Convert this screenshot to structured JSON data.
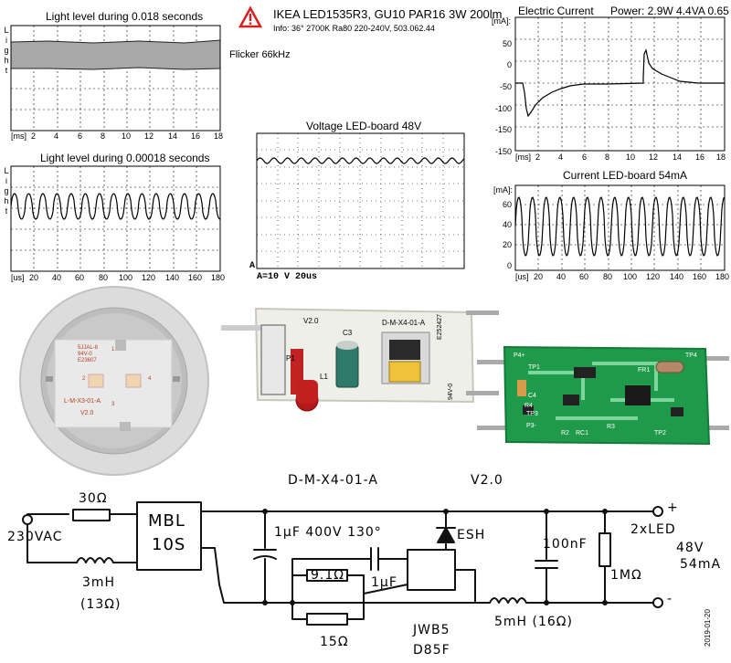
{
  "header": {
    "title": "IKEA LED1535R3, GU10 PAR16 3W 200lm",
    "info": "Info: 36° 2700K Ra80 220-240V, 503.062.44"
  },
  "light_chart_1": {
    "title": "Light level during 0.018 seconds",
    "flicker_label": "Flicker 66kHz",
    "y_letters": [
      "L",
      "i",
      "g",
      "h",
      "t"
    ],
    "x_unit": "[ms]",
    "x_ticks": [
      "2",
      "4",
      "6",
      "8",
      "10",
      "12",
      "14",
      "16",
      "18"
    ]
  },
  "light_chart_2": {
    "title": "Light level during 0.00018 seconds",
    "y_letters": [
      "L",
      "i",
      "g",
      "h",
      "t"
    ],
    "x_unit": "[us]",
    "x_ticks": [
      "20",
      "40",
      "60",
      "80",
      "100",
      "120",
      "140",
      "160",
      "180"
    ]
  },
  "voltage_chart": {
    "title": "Voltage LED-board 48V",
    "marker": "A",
    "scale": "A=10 V   20us"
  },
  "current_chart_1": {
    "title": "Electric Current",
    "power": "Power: 2.9W 4.4VA 0.65",
    "y_unit": "[mA]:",
    "y_ticks": [
      "50",
      "0",
      "-50",
      "-100",
      "-150"
    ],
    "x_unit": "[ms]",
    "x_ticks": [
      "2",
      "4",
      "6",
      "8",
      "10",
      "12",
      "14",
      "16",
      "18"
    ]
  },
  "current_chart_2": {
    "title": "Current LED-board 54mA",
    "y_unit": "[mA]:",
    "y_ticks": [
      "60",
      "40",
      "20",
      "0"
    ],
    "x_unit": "[us]",
    "x_ticks": [
      "20",
      "40",
      "60",
      "80",
      "100",
      "120",
      "140",
      "160",
      "180"
    ]
  },
  "photos": {
    "led_board": [
      "5JJAL-8",
      "94V-0",
      "E23607",
      "L-M-X3-01-A",
      "V2.0",
      "1",
      "2",
      "3",
      "4"
    ],
    "driver_top": [
      "V2.0",
      "D-M-X4-01-A",
      "P1",
      "C3",
      "L1",
      "E252427",
      "94V-0"
    ],
    "driver_bottom": [
      "P4+",
      "TP1",
      "TP3",
      "P3-",
      "R4",
      "C4",
      "R2",
      "RC1",
      "R3",
      "TP2",
      "FR1",
      "TP4"
    ]
  },
  "schematic": {
    "board_id": "D-M-X4-01-A",
    "version": "V2.0",
    "r_in": "30Ω",
    "input": "230VAC",
    "bridge": [
      "MBL",
      "10S"
    ],
    "inductor_in": "3mH",
    "inductor_in_res": "(13Ω)",
    "cap_bulk": "1μF 400V 130°",
    "r1": "9.1Ω",
    "r2": "15Ω",
    "cap_small": "1μF",
    "diode": "ESH",
    "ic": [
      "JWB5",
      "D85F"
    ],
    "cap_out": "100nF",
    "inductor_out": "5mH (16Ω)",
    "r_out": "1MΩ",
    "load": "2xLED",
    "load_v": "48V",
    "load_i": "54mA",
    "plus": "+",
    "minus": "-"
  },
  "date": "2019-01-20"
}
